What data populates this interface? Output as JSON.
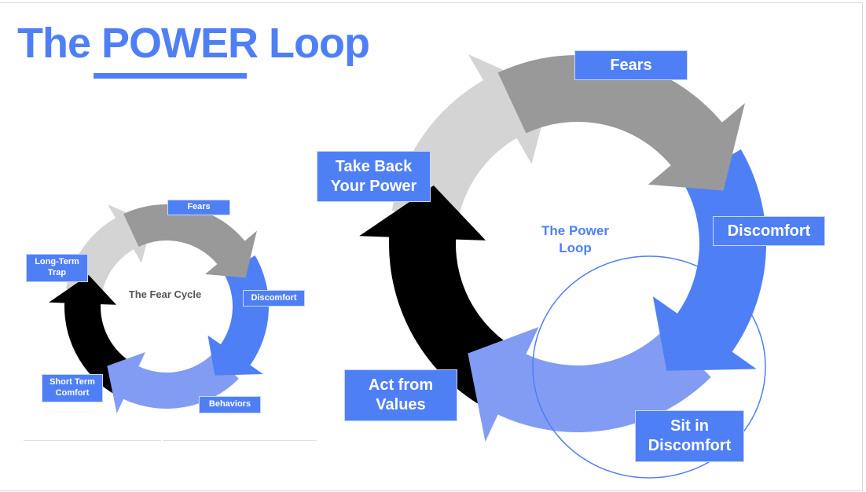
{
  "title": {
    "pre": "The ",
    "emph": "POWER",
    "post": " Loop"
  },
  "fear_cycle": {
    "center": "The Fear Cycle",
    "labels": {
      "fears": "Fears",
      "discomfort": "Discomfort",
      "behaviors": "Behaviors",
      "short_term": "Short Term Comfort",
      "long_term": "Long-Term Trap"
    }
  },
  "power_loop": {
    "center": "The Power Loop",
    "labels": {
      "fears": "Fears",
      "discomfort": "Discomfort",
      "sit": "Sit in Discomfort",
      "act": "Act from Values",
      "take_back": "Take Back Your Power"
    }
  },
  "colors": {
    "accent": "#4f7ff5",
    "gray": "#999999",
    "light_gray": "#d4d4d4",
    "blue": "#4f7ff5",
    "light_blue": "#829cf3",
    "black": "#000000"
  }
}
